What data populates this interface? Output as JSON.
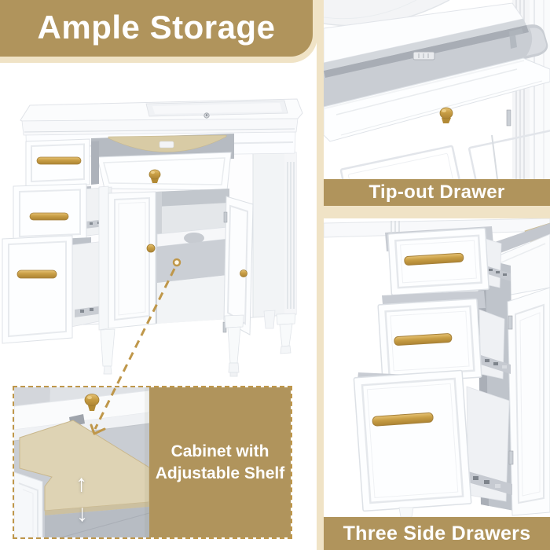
{
  "title": {
    "text": "Ample Storage"
  },
  "panels": {
    "tip_out_drawer": {
      "caption": "Tip-out Drawer"
    },
    "three_side_drawers": {
      "caption": "Three Side Drawers"
    },
    "adjustable_shelf": {
      "caption_lines": [
        "Cabinet with",
        "Adjustable Shelf"
      ]
    }
  },
  "icons": {
    "shelf_up_arrow": "↑",
    "shelf_down_arrow": "↓"
  },
  "colors": {
    "tan": "#B0945C",
    "cream": "#F0E3C6",
    "arrow_gold": "#BF974A",
    "hardware_gold": "#C89E45",
    "caption_text": "#FFFFFF"
  }
}
